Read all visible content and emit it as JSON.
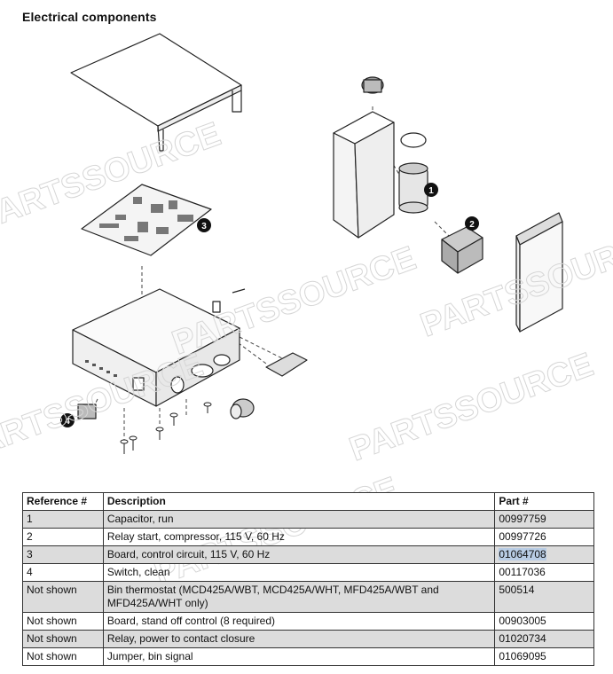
{
  "title": "Electrical components",
  "watermark": "PARTSSOURCE",
  "callouts": [
    "1",
    "2",
    "3",
    "4"
  ],
  "table": {
    "headers": [
      "Reference #",
      "Description",
      "Part #"
    ],
    "rows": [
      {
        "ref": "1",
        "desc": "Capacitor, run",
        "part": "00997759"
      },
      {
        "ref": "2",
        "desc": "Relay start, compressor, 115 V, 60 Hz",
        "part": "00997726"
      },
      {
        "ref": "3",
        "desc": "Board, control circuit, 115 V, 60 Hz",
        "part": "01064708"
      },
      {
        "ref": "4",
        "desc": "Switch, clean",
        "part": "00117036"
      },
      {
        "ref": "Not shown",
        "desc": "Bin thermostat (MCD425A/WBT, MCD425A/WHT, MFD425A/WBT and MFD425A/WHT only)",
        "part": "500514"
      },
      {
        "ref": "Not shown",
        "desc": "Board, stand off control (8 required)",
        "part": "00903005"
      },
      {
        "ref": "Not shown",
        "desc": "Relay, power to contact closure",
        "part": "01020734"
      },
      {
        "ref": "Not shown",
        "desc": "Jumper, bin signal",
        "part": "01069095"
      }
    ]
  }
}
